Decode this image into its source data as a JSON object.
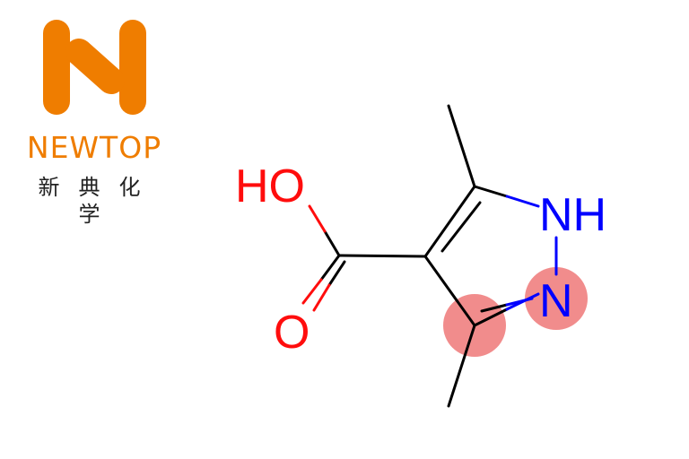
{
  "logo": {
    "name": "NEWTOP",
    "chinese_name": "新典化学",
    "color": "#ef7d00"
  },
  "molecule": {
    "labels": {
      "hydroxyl": "HO",
      "carbonyl_oxygen": "O",
      "nh": "NH",
      "n": "N"
    },
    "colors": {
      "bond": "#000000",
      "oxygen": "#ff0d0d",
      "nitrogen": "#0000ff",
      "highlight": "#f08080"
    },
    "highlighted_atoms": [
      "C3",
      "N2"
    ]
  }
}
